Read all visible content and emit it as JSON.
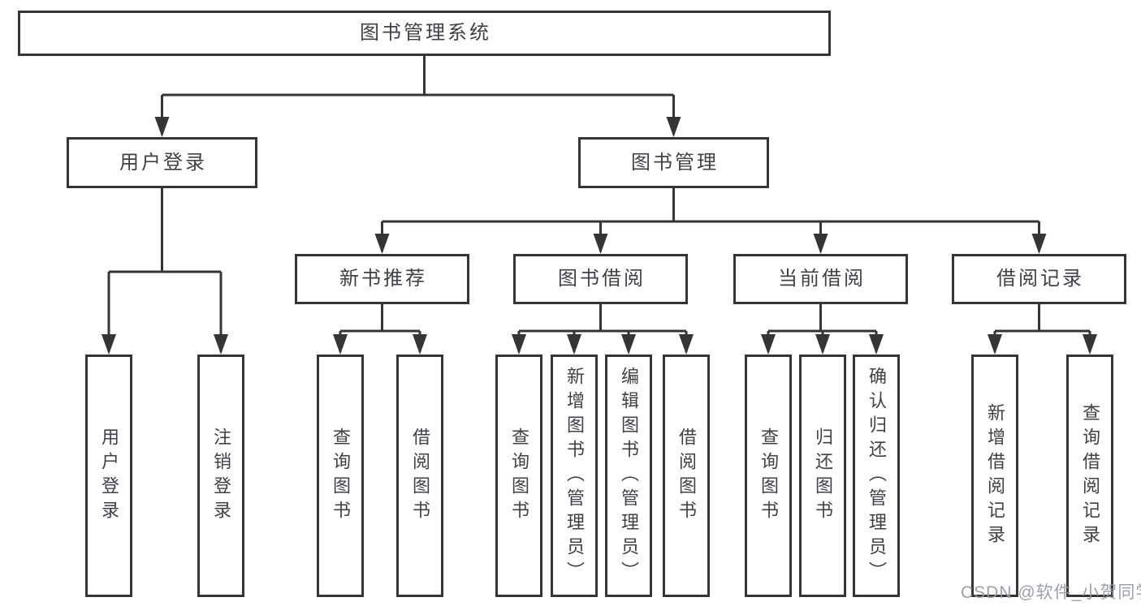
{
  "diagram": {
    "title": "图书管理系统",
    "root": {
      "label": "图书管理系统"
    },
    "level2": [
      {
        "label": "用户登录"
      },
      {
        "label": "图书管理"
      }
    ],
    "level3": [
      {
        "label": "新书推荐",
        "parent": "图书管理"
      },
      {
        "label": "图书借阅",
        "parent": "图书管理"
      },
      {
        "label": "当前借阅",
        "parent": "图书管理"
      },
      {
        "label": "借阅记录",
        "parent": "图书管理"
      }
    ],
    "leaves": [
      {
        "label": "用户登录",
        "parent": "用户登录"
      },
      {
        "label": "注销登录",
        "parent": "用户登录"
      },
      {
        "label": "查询图书",
        "parent": "新书推荐"
      },
      {
        "label": "借阅图书",
        "parent": "新书推荐"
      },
      {
        "label": "查询图书",
        "parent": "图书借阅"
      },
      {
        "label": "新增图书（管理员）",
        "parent": "图书借阅"
      },
      {
        "label": "编辑图书（管理员）",
        "parent": "图书借阅"
      },
      {
        "label": "借阅图书",
        "parent": "图书借阅"
      },
      {
        "label": "查询图书",
        "parent": "当前借阅"
      },
      {
        "label": "归还图书",
        "parent": "当前借阅"
      },
      {
        "label": "确认归还（管理员）",
        "parent": "当前借阅"
      },
      {
        "label": "新增借阅记录",
        "parent": "借阅记录"
      },
      {
        "label": "查询借阅记录",
        "parent": "借阅记录"
      }
    ]
  },
  "colors": {
    "line": "#333537",
    "box_border": "#333537",
    "text": "#3e4246",
    "background": "#ffffff",
    "watermark": "#94999f"
  },
  "watermark": {
    "text": "CSDN @软件_小贺同学"
  }
}
